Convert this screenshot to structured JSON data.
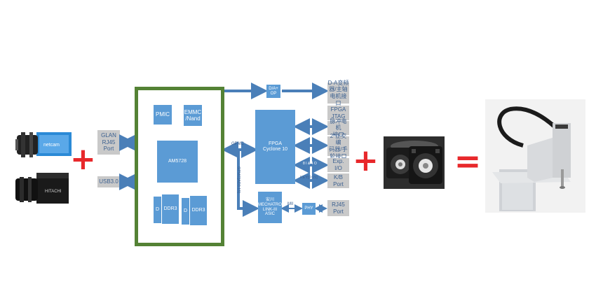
{
  "cameras": {
    "brand_bottom": "HITACHI",
    "brand_top": "netcam"
  },
  "operators": {
    "plus1": "+",
    "plus2": "+",
    "equals": "="
  },
  "left_ports": {
    "glan": "GLAN\nRJ45\nPort",
    "usb": "USB3.0"
  },
  "soc": {
    "pmic": "PMIC",
    "emmc": "EMMC\n/Nand",
    "cpu": "AM5728",
    "ddr_a": "DDR3",
    "ddr_b": "DDR3",
    "ddr_stub_a": "D",
    "ddr_stub_b": "D"
  },
  "bus": {
    "gpmc": "GPMC",
    "gpmc_addr": "GPMC[AD0:15]"
  },
  "fpga": "FPGA\nCyclone 10",
  "dac": "D/A+\nOP",
  "asic": "安川\nMECHATRO\nLINK-III\nASIC",
  "mii": "MII",
  "phy": "PHY",
  "arrow_label": "8 I & 4 O",
  "right_ports": {
    "da_if": "D-A变频\n器/主轴\n电机接口",
    "fpga_jtag": "FPGA\nJTAG",
    "pulse": "脉冲电机\n接口",
    "encoder": "2*正交编\n码器/手\n轮接口",
    "exp_io": "Exp.\nI/O",
    "kb": "K/B\nPort",
    "key": "KEY[0:15]",
    "rj45": "RJ45\nPort"
  },
  "colors": {
    "board": "#548235",
    "block": "#5b9bd5",
    "port": "#c9c9c9",
    "arrow": "#4a7fb8",
    "operator": "#e8282b"
  }
}
